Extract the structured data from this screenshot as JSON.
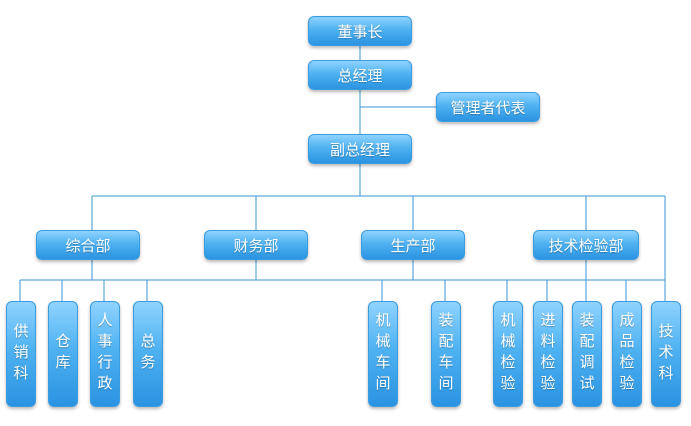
{
  "chairman": "董事长",
  "gm": "总经理",
  "mgmt_rep": "管理者代表",
  "deputy_gm": "副总经理",
  "departments": [
    "综合部",
    "财务部",
    "生产部",
    "技术检验部"
  ],
  "sub_units": {
    "general": [
      "供销科",
      "仓库",
      "人事行政",
      "总务"
    ],
    "production": [
      "机械车间",
      "装配车间"
    ],
    "technical": [
      "机械检验",
      "进料检验",
      "装配调试",
      "成品检验",
      "技术科"
    ]
  }
}
